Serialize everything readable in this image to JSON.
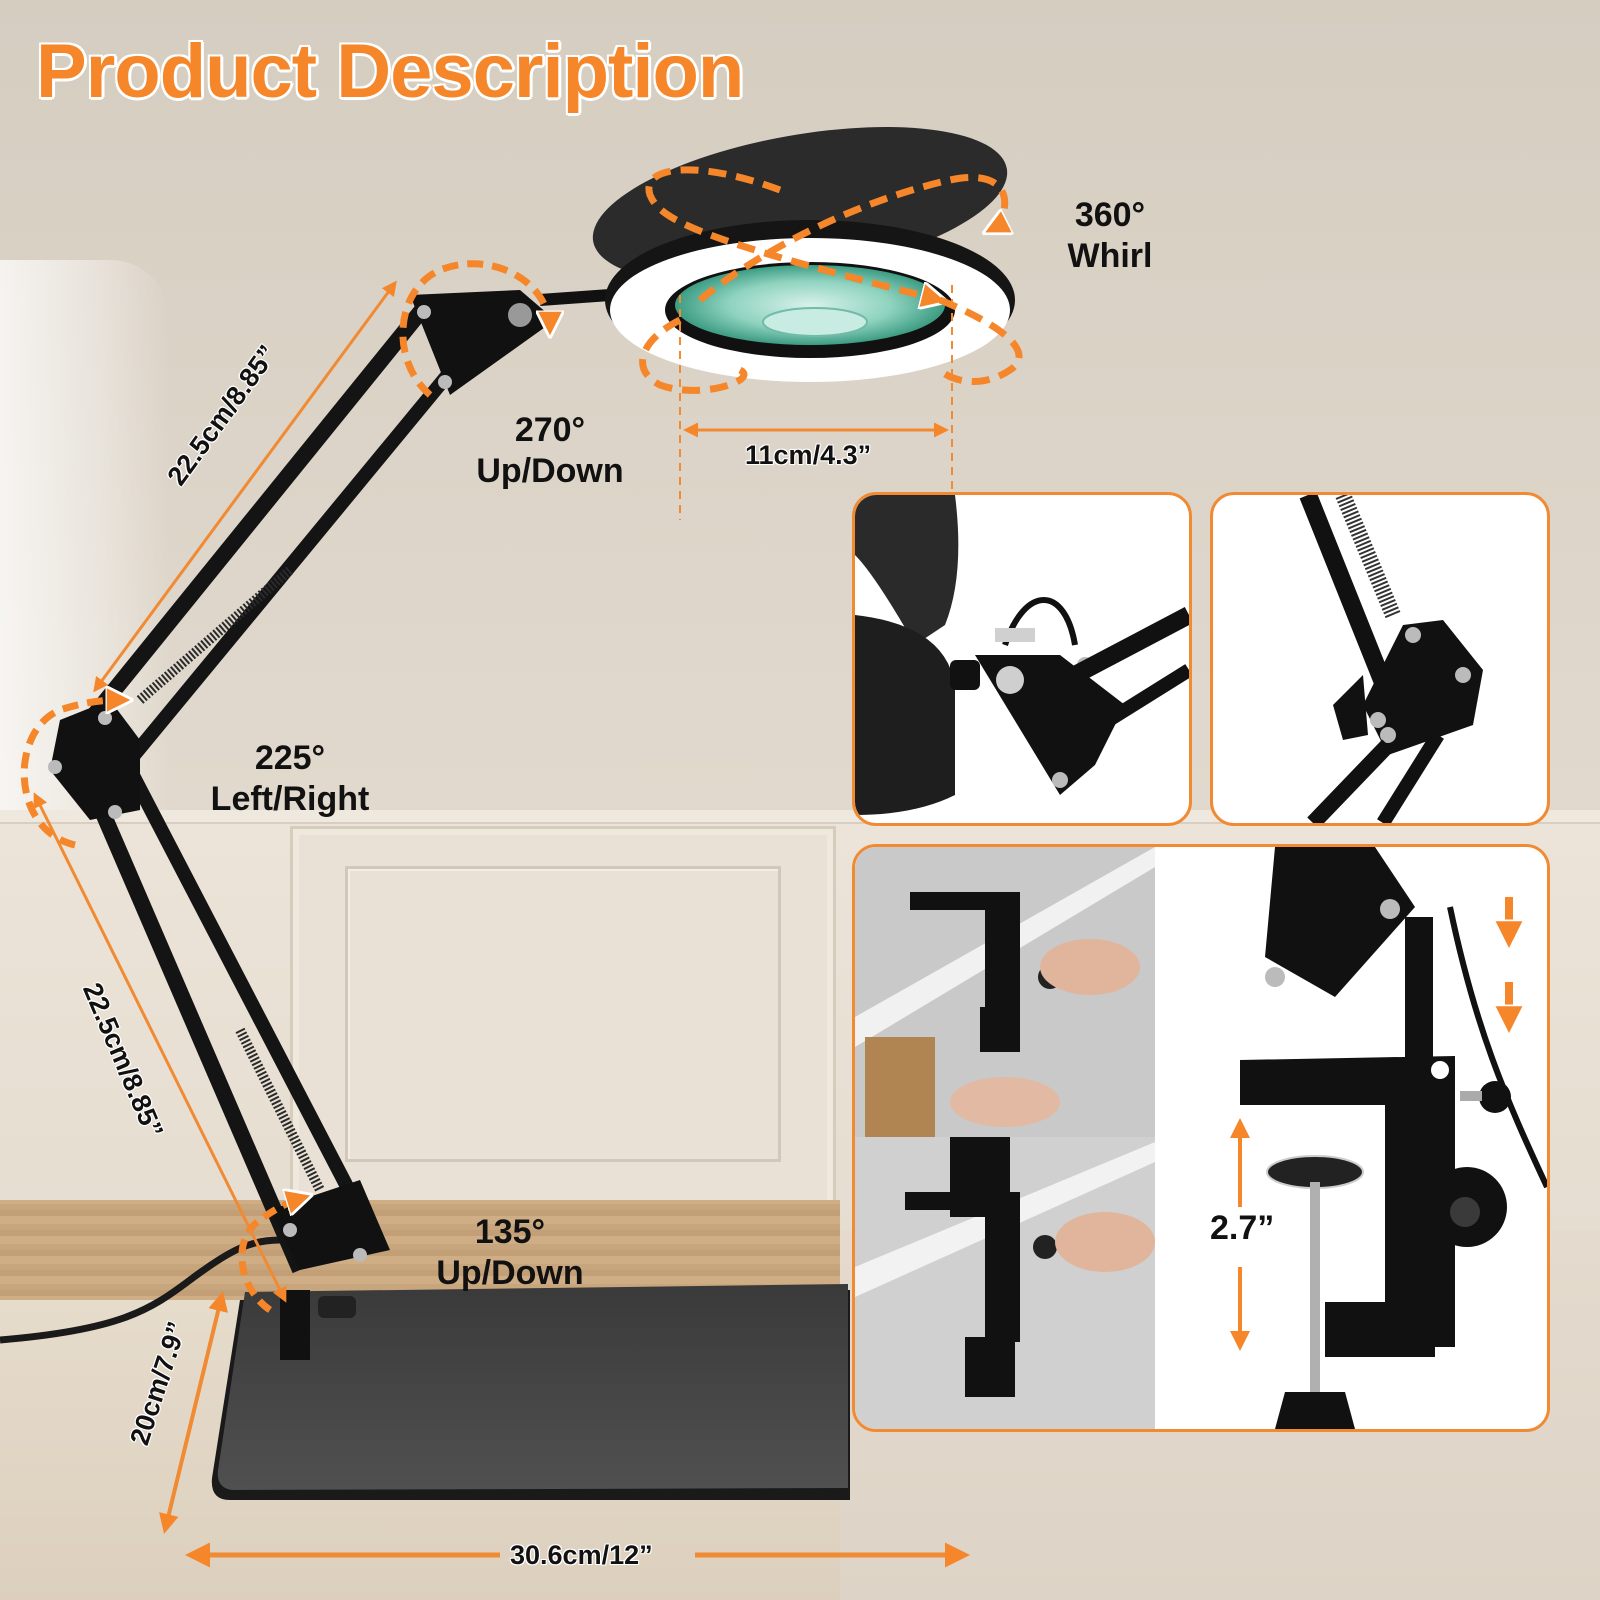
{
  "title": "Product Description",
  "colors": {
    "accent_orange": "#f5862a",
    "label_black": "#111111",
    "background_beige": "#dcd3c7",
    "lamp_black": "#161616",
    "panel_border": "#f08a33"
  },
  "rotation_callouts": [
    {
      "id": "head",
      "angle": "360°",
      "motion": "Whirl"
    },
    {
      "id": "upper-joint",
      "angle": "270°",
      "motion": "Up/Down"
    },
    {
      "id": "elbow",
      "angle": "225°",
      "motion": "Left/Right"
    },
    {
      "id": "base-joint",
      "angle": "135°",
      "motion": "Up/Down"
    }
  ],
  "dimensions": {
    "lens_diameter": "11cm/4.3”",
    "upper_arm": "22.5cm/8.85”",
    "lower_arm": "22.5cm/8.85”",
    "base_depth": "20cm/7.9”",
    "base_width": "30.6cm/12”",
    "clamp_opening": "2.7”"
  },
  "insets": [
    {
      "id": "head-hinge-detail",
      "description": "lamp head hinge joint close-up"
    },
    {
      "id": "elbow-spring-detail",
      "description": "spring arm elbow joint close-up"
    },
    {
      "id": "clamp-install-detail",
      "description": "desk clamp installation steps and clamp opening"
    }
  ]
}
